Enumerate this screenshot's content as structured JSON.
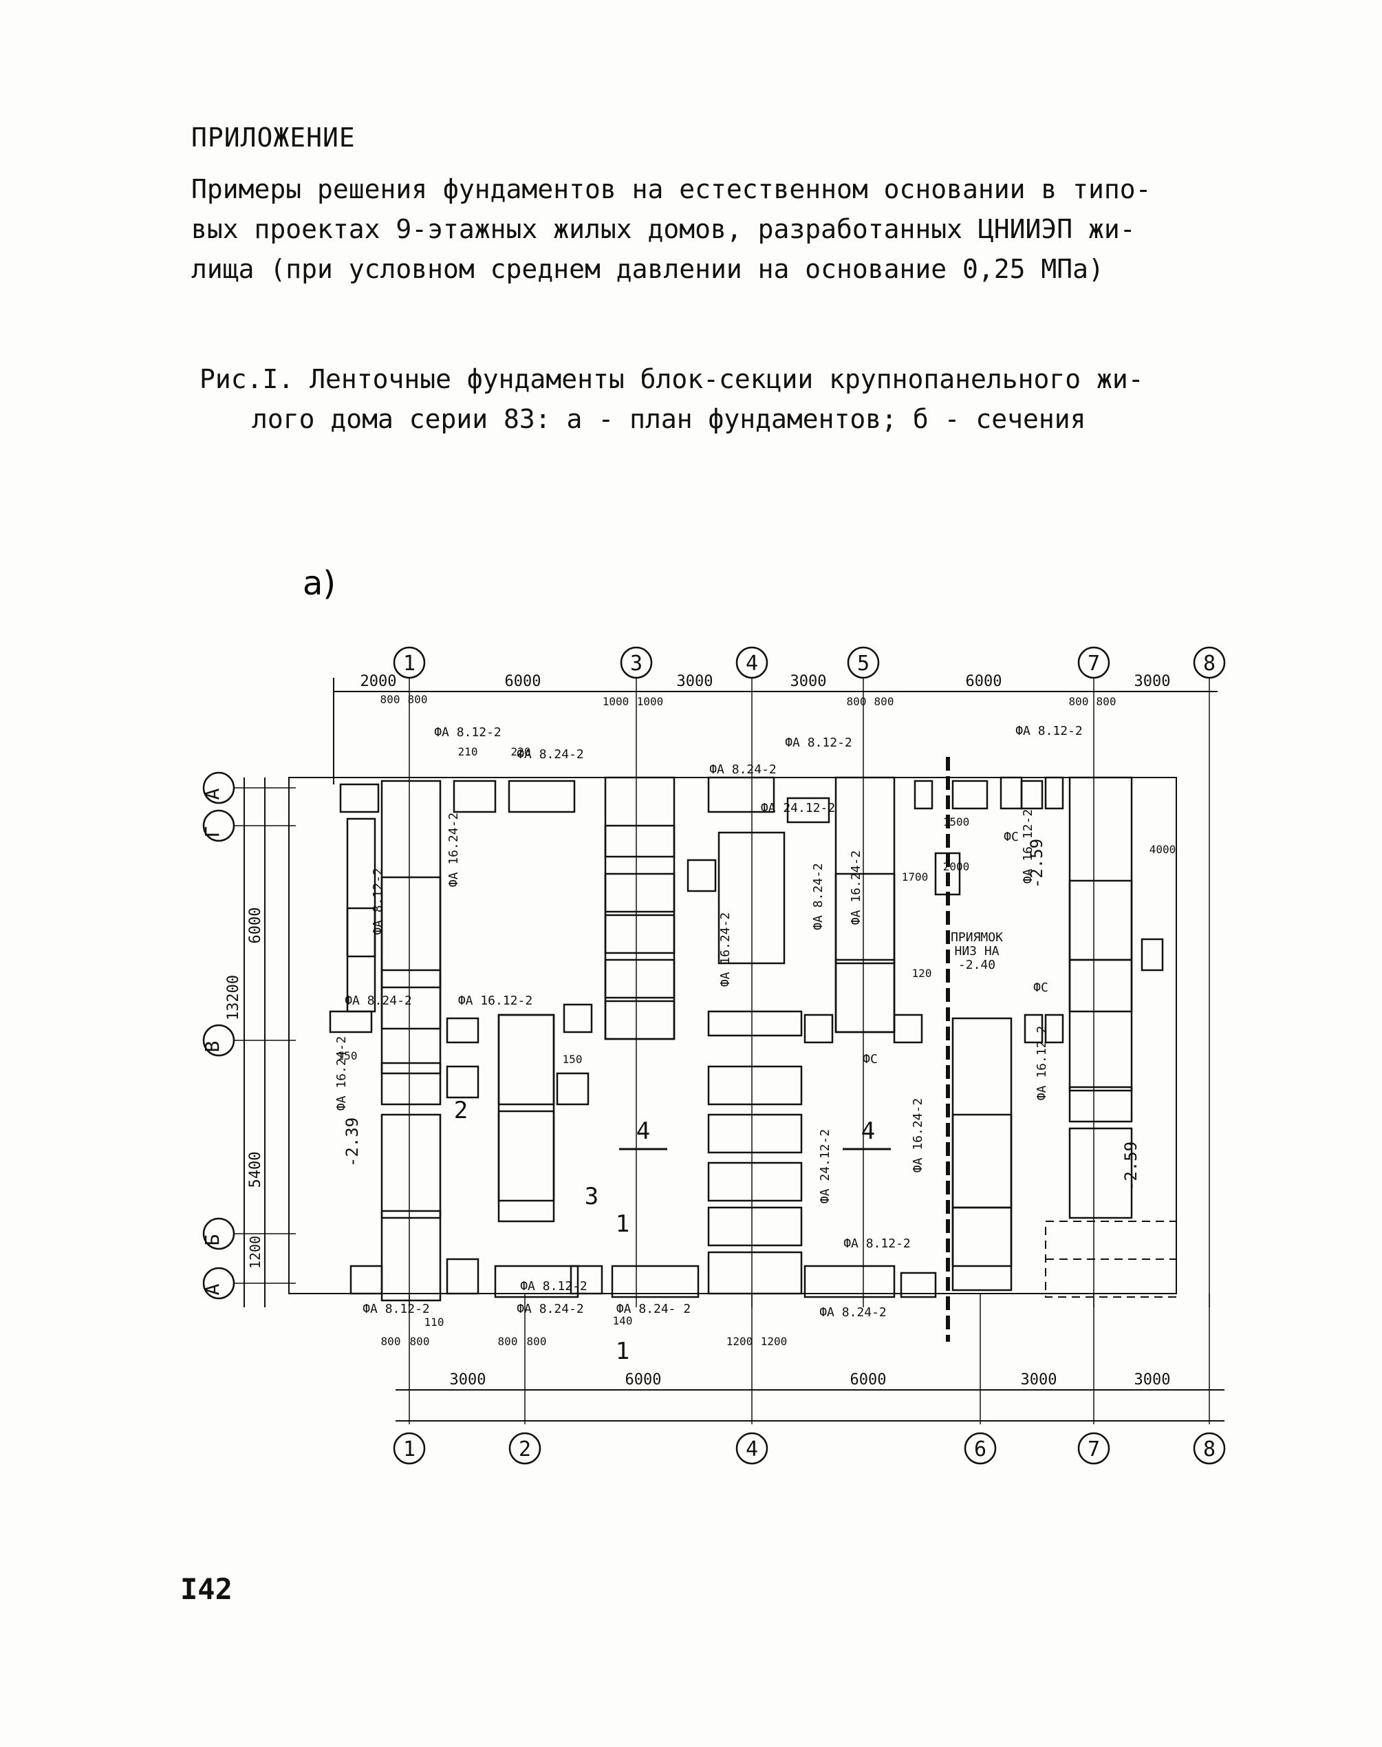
{
  "heading": "ПРИЛОЖЕНИЕ",
  "intro": [
    "Примеры решения фундаментов на естественном основании в типо-",
    "вых проектах 9-этажных жилых домов, разработанных ЦНИИЭП жи-",
    "лища (при условном среднем давлении на основание 0,25 МПа)"
  ],
  "caption": [
    "Рис.I. Ленточные фундаменты блок-секции крупнопанельного жи-",
    "лого дома серии 83: а - план фундаментов; б - сечения"
  ],
  "figure_label": "а)",
  "page_number": "I42",
  "plan": {
    "top_axes": [
      "1",
      "3",
      "4",
      "5",
      "7",
      "8"
    ],
    "bottom_axes": [
      "1",
      "2",
      "4",
      "6",
      "7",
      "8"
    ],
    "left_axes": [
      "А",
      "Г",
      "В",
      "Б",
      "А"
    ],
    "top_dims": [
      "2000",
      "6000",
      "3000",
      "3000",
      "6000",
      "3000"
    ],
    "bottom_dims": [
      "3000",
      "6000",
      "6000",
      "3000",
      "3000"
    ],
    "left_dims": [
      "6000",
      "13200",
      "5400",
      "1200"
    ],
    "block_labels": [
      "ФА 8.12-2",
      "ФА 8.24-2",
      "ФА 8.24-2",
      "ФА 8.12-2",
      "ФА 8.12-2",
      "ФА 16.24-2",
      "ФА 16.12-2",
      "ФА 8.24-2",
      "ФА 16.24-2",
      "ФА 24.12-2",
      "ФА 16.24-2",
      "ФА 16.12-2",
      "ФА 8.12-2",
      "ФА 8.24-2",
      "ФА 24.12-2",
      "ФА 16.24-2",
      "ФА 8.12-2",
      "ФА 16.12-2",
      "ФА 16.24-2",
      "ФА 8.24-2",
      "ФА 8.12-2",
      "ФА 8.12-2",
      "ФА 8.24- 2",
      "ФА 8.24-2",
      "ФС",
      "ФС",
      "ФС"
    ],
    "pit_note": [
      "ПРИЯМОК",
      "НИЗ НА",
      "-2.40"
    ],
    "levels": [
      "-2.39",
      "-2.59",
      "-2.59"
    ],
    "section_marks": [
      "4",
      "4",
      "3",
      "1",
      "1",
      "2"
    ],
    "small_dims": [
      "800",
      "800",
      "1000",
      "1000",
      "800",
      "800",
      "800",
      "800",
      "800",
      "800",
      "800",
      "800",
      "1200",
      "1200",
      "150",
      "150",
      "120",
      "110",
      "140",
      "210",
      "220",
      "1500",
      "2000",
      "4000",
      "1700"
    ]
  }
}
